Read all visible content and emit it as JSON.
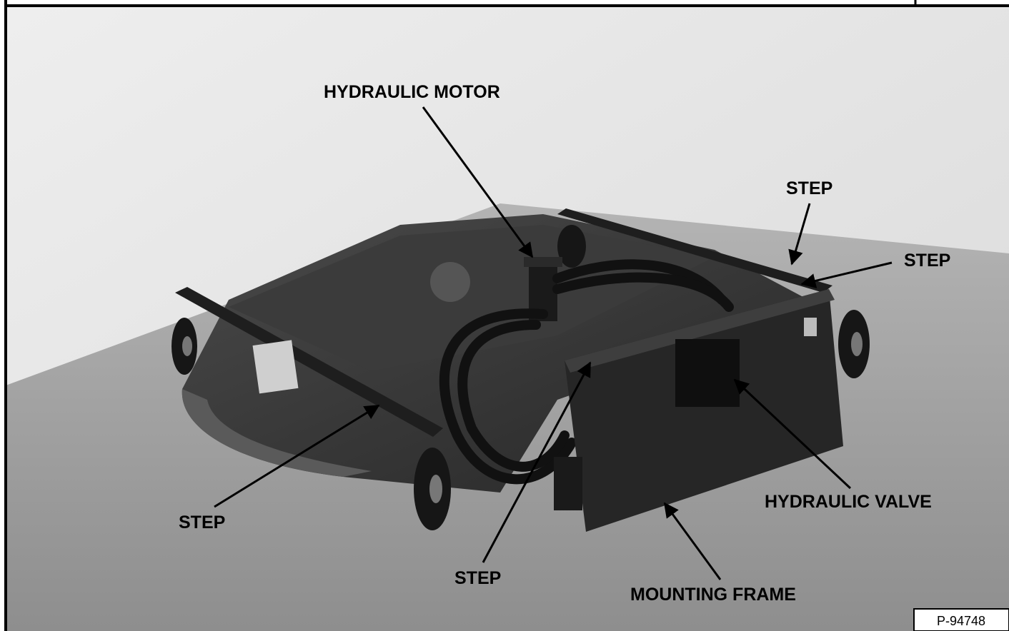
{
  "figure": {
    "labels": {
      "hydraulic_motor": "HYDRAULIC MOTOR",
      "step_top": "STEP",
      "step_right": "STEP",
      "step_left": "STEP",
      "step_bottom": "STEP",
      "hydraulic_valve": "HYDRAULIC VALVE",
      "mounting_frame": "MOUNTING FRAME"
    },
    "reference_code": "P-94748"
  }
}
